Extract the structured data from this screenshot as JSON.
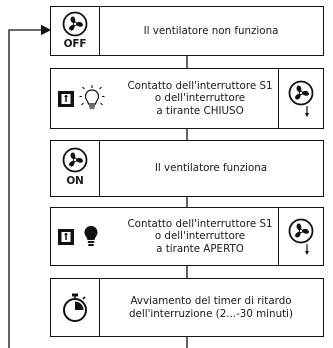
{
  "steps": [
    {
      "id": "fan-off",
      "text": "Il ventilatore non funziona",
      "state_label": "OFF"
    },
    {
      "id": "switch-closed",
      "text": "Contatto dell'interruttore S1\no dell'interruttore\na tirante CHIUSO"
    },
    {
      "id": "fan-on",
      "text": "Il ventilatore funziona",
      "state_label": "ON"
    },
    {
      "id": "switch-open",
      "text": "Contatto dell'interruttore S1\no dell'interruttore\na tirante APERTO"
    },
    {
      "id": "timer-start",
      "text": "Avviamento del timer di ritardo\ndell'interruzione (2...-30 minuti)"
    }
  ],
  "icons": {
    "fan": "fan-icon",
    "switch": "wall-switch-icon",
    "lamp_on": "lamp-on-icon",
    "lamp_off": "lamp-off-icon",
    "timer": "stopwatch-icon",
    "fan_running_down": "fan-running-arrow-icon"
  },
  "colors": {
    "line": "#111111",
    "text": "#1a1a1a",
    "background": "#ffffff"
  }
}
